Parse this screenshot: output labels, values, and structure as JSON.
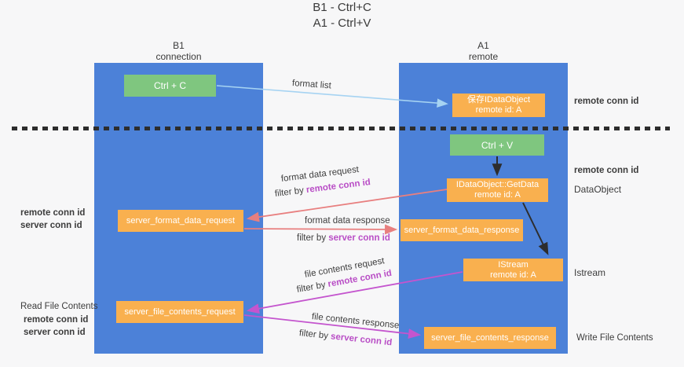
{
  "title": {
    "line1": "B1 - Ctrl+C",
    "line2": "A1 - Ctrl+V"
  },
  "lanes": {
    "left": {
      "name": "B1",
      "subtitle": "connection"
    },
    "right": {
      "name": "A1",
      "subtitle": "remote"
    }
  },
  "nodes": {
    "ctrl_c": {
      "label": "Ctrl + C"
    },
    "ctrl_v": {
      "label": "Ctrl + V"
    },
    "save_dataobject": {
      "line1": "保存IDataObject",
      "line2": "remote id: A"
    },
    "getdata": {
      "line1": "IDataObject::GetData",
      "line2": "remote id: A"
    },
    "istream": {
      "line1": "IStream",
      "line2": "remote id: A"
    },
    "server_format_data_request": {
      "label": "server_format_data_request"
    },
    "server_format_data_response": {
      "label": "server_format_data_response"
    },
    "server_file_contents_request": {
      "label": "server_file_contents_request"
    },
    "server_file_contents_response": {
      "label": "server_file_contents_response"
    }
  },
  "edges": {
    "format_list": {
      "label": "format list"
    },
    "format_data_request": {
      "label": "format data request",
      "filter_prefix": "filter by ",
      "filter_key": "remote conn id"
    },
    "format_data_response": {
      "label": "format data response",
      "filter_prefix": "filter by ",
      "filter_key": "server conn id"
    },
    "file_contents_request": {
      "label": "file contents request",
      "filter_prefix": "filter by ",
      "filter_key": "remote conn id"
    },
    "file_contents_response": {
      "label": "file contents response",
      "filter_prefix": "filter by ",
      "filter_key": "server conn id"
    }
  },
  "annotations": {
    "left_mid": {
      "remote": "remote conn id",
      "server": "server conn id"
    },
    "left_bottom": {
      "title": "Read File Contents",
      "remote": "remote conn id",
      "server": "server conn id"
    },
    "right_top": {
      "remote": "remote conn id"
    },
    "right_mid": {
      "remote": "remote conn id",
      "object": "DataObject"
    },
    "right_istream": {
      "object": "Istream"
    },
    "right_bottom": {
      "object": "Write File Contents"
    }
  },
  "colors": {
    "lane_blue": "#4c81d8",
    "node_orange": "#f9b04f",
    "action_green": "#7fc67f",
    "arrow_format": "#e87f7f",
    "arrow_file": "#c455ce",
    "arrow_format_list": "#a6d3f2",
    "arrow_black": "#2d2d2d",
    "label_remote_purple": "#a75bc5",
    "label_server_green": "#67b966",
    "filter_key_magenta": "#b94ec6"
  }
}
